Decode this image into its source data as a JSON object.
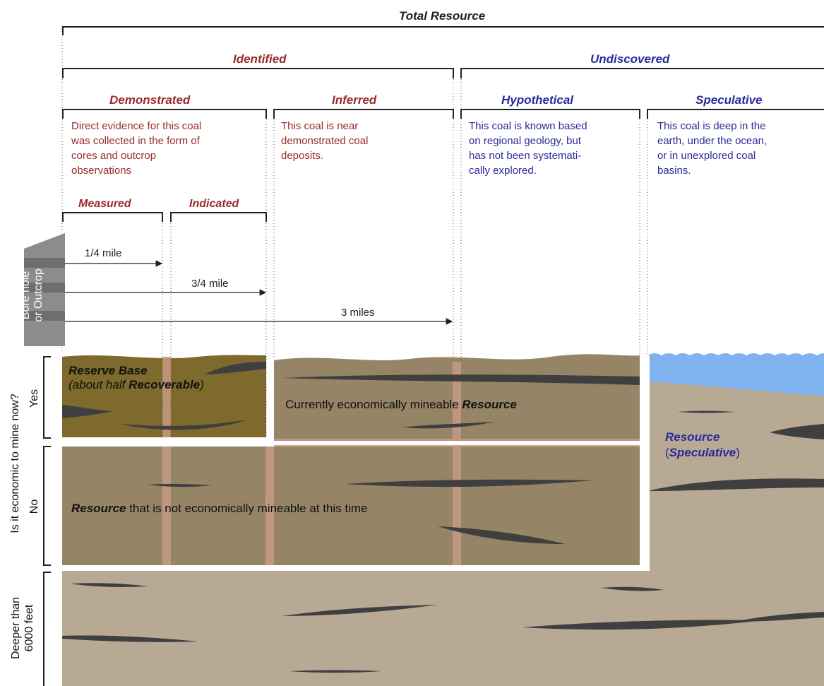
{
  "header": {
    "total": "Total Resource",
    "identified": "Identified",
    "undiscovered": "Undiscovered"
  },
  "categories": {
    "demonstrated": "Demonstrated",
    "inferred": "Inferred",
    "hypothetical": "Hypothetical",
    "speculative": "Speculative",
    "measured": "Measured",
    "indicated": "Indicated"
  },
  "descriptions": {
    "demonstrated": [
      "Direct evidence for this coal",
      "was collected in the form of",
      "cores and outcrop",
      "observations"
    ],
    "inferred": [
      "This coal is near",
      "demonstrated coal",
      "deposits."
    ],
    "hypothetical": [
      "This coal is known based",
      "on regional geology, but",
      "has not been systemati-",
      "cally explored."
    ],
    "speculative": [
      "This coal is deep in the",
      "earth, under the ocean,",
      "or in unexplored coal",
      "basins."
    ]
  },
  "distances": {
    "quarter": "1/4 mile",
    "three_quarter": "3/4 mile",
    "three": "3 miles"
  },
  "borehole": {
    "line1": "Bore hole",
    "line2": "or  Outcrop"
  },
  "axis": {
    "question": "Is it economic to mine now?",
    "yes": "Yes",
    "no": "No",
    "deeper_line1": "Deeper than",
    "deeper_line2": "6000 feet"
  },
  "regions": {
    "reserve_base": "Reserve Base",
    "about_half_pre": "(about half ",
    "recoverable": "Recoverable",
    "about_half_post": ")",
    "current_pre": "Currently economically mineable ",
    "current_bold": "Resource",
    "not_bold": "Resource",
    "not_rest": " that is not economically mineable at this time",
    "spec_resource": "Resource",
    "spec_paren_open": "(",
    "spec_word": "Speculative",
    "spec_paren_close": ")"
  },
  "colors": {
    "identified": "#9b2a2a",
    "undiscovered": "#2a2a9b",
    "reserve": "#7d6a2c",
    "economic": "#958465",
    "deep": "#b8a995",
    "ocean": "#7fb3ef",
    "seam": "#3f3f3f",
    "grid": "#c79a85"
  }
}
